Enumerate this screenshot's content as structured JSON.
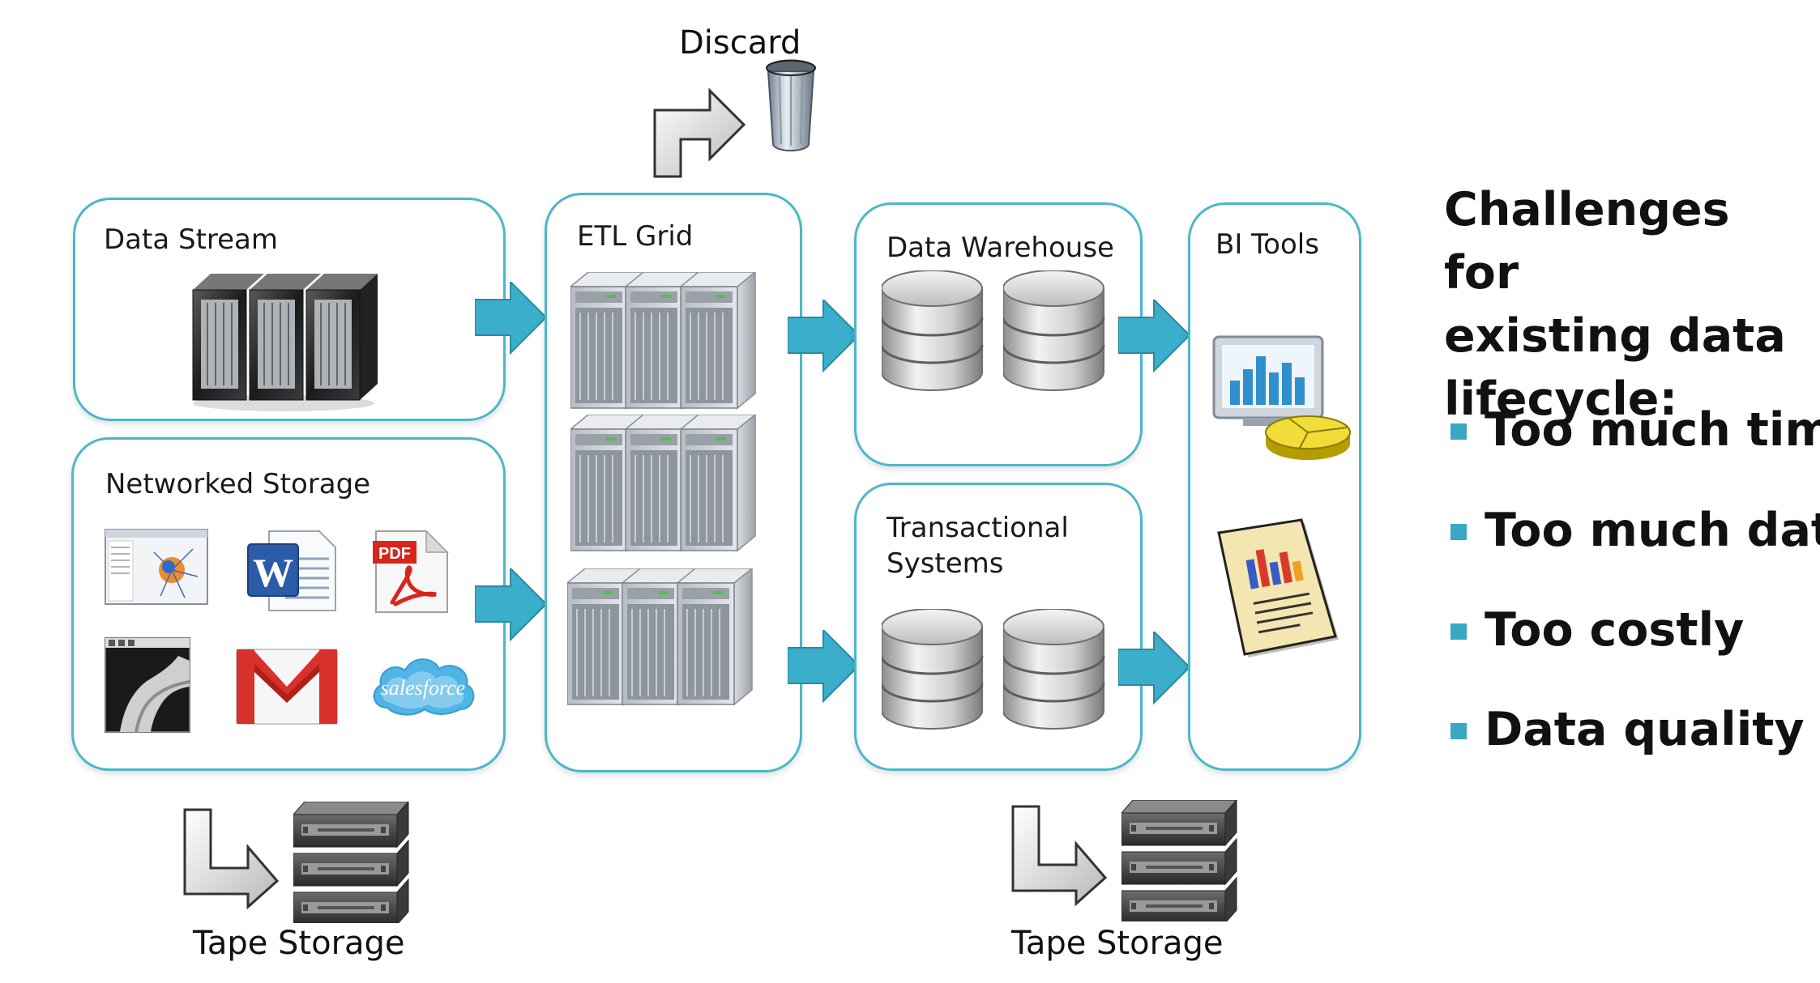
{
  "discard": {
    "label": "Discard"
  },
  "boxes": {
    "data_stream": "Data Stream",
    "networked_storage": "Networked Storage",
    "etl_grid": "ETL Grid",
    "data_warehouse": "Data Warehouse",
    "transactional": [
      "Transactional",
      "Systems"
    ],
    "bi_tools": "BI Tools"
  },
  "icons": {
    "pdf_text": "PDF",
    "word_text": "W",
    "salesforce_text": "salesforce"
  },
  "tape_storage": [
    "Tape Storage",
    "Tape Storage"
  ],
  "challenges": {
    "title": [
      "Challenges for",
      "existing data",
      "lifecycle:"
    ],
    "items": [
      "Too much time",
      "Too much data",
      "Too costly",
      "Data quality"
    ]
  },
  "colors": {
    "accent": "#4ab8c8",
    "arrow": "#3aaecb",
    "bullet": "#3aa7c4"
  }
}
